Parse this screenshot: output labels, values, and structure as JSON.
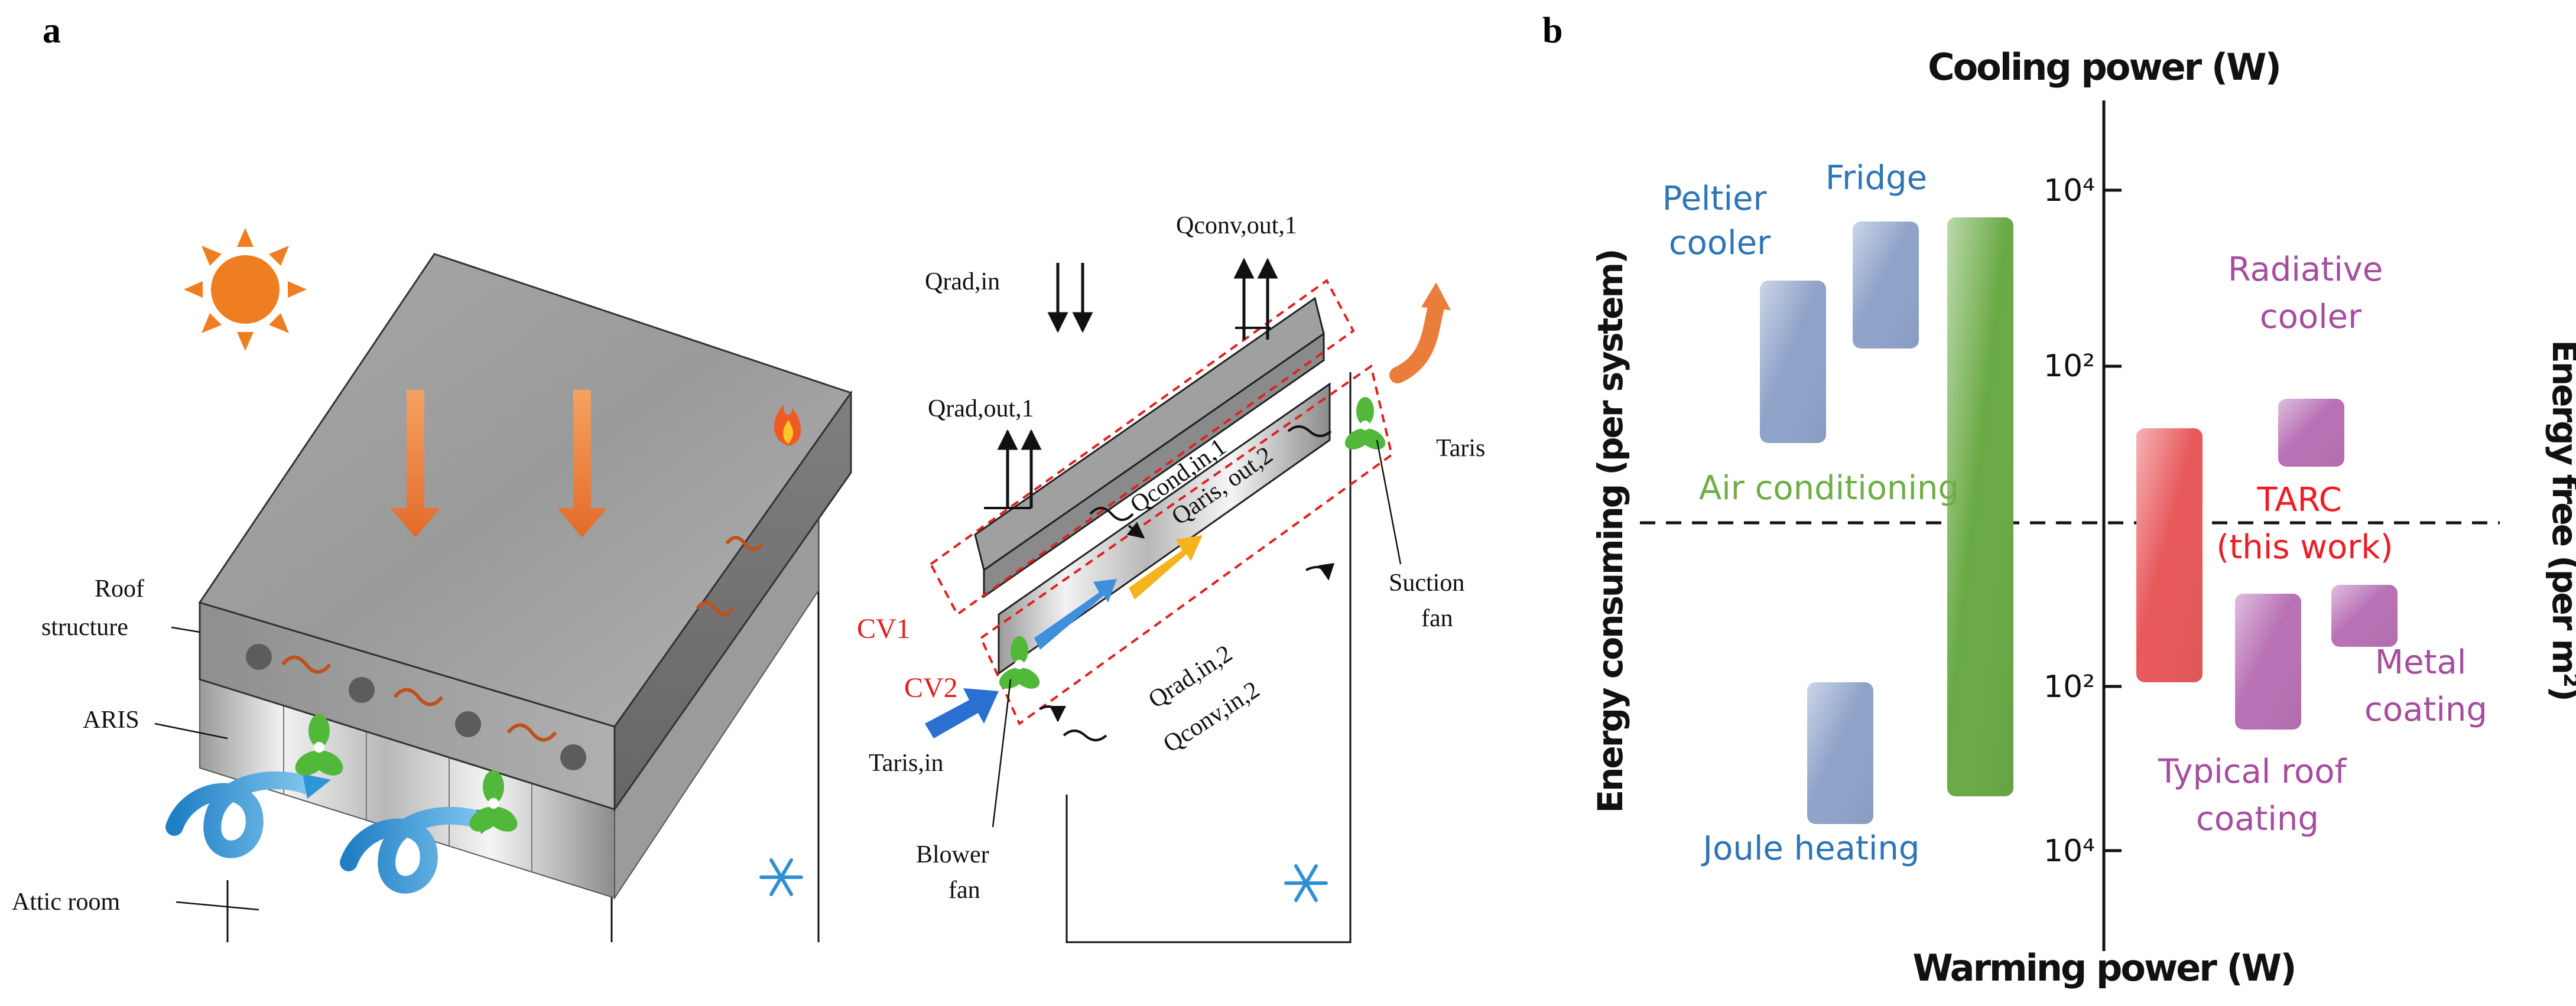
{
  "panel_a": {
    "label": "a",
    "roof_structure": "Roof\nstructure",
    "aris": "ARIS",
    "attic_room": "Attic room",
    "qrad_in": "Qrad,in",
    "qconv_out_1": "Qconv,out,1",
    "qrad_out_1": "Qrad,out,1",
    "qcond_in_1": "Qcond,in,1",
    "qaris_out_2": "Qaris, out,2",
    "taris": "Taris",
    "suction_fan": "Suction\nfan",
    "cv1": "CV1",
    "cv2": "CV2",
    "qrad_in_2": "Qrad,in,2",
    "qconv_in_2": "Qconv,in,2",
    "taris_in": "Taris,in",
    "blower_fan": "Blower\nfan"
  },
  "panel_b": {
    "label": "b",
    "top_axis_title": "Cooling power (W)",
    "bottom_axis_title": "Warming power (W)",
    "left_axis_title": "Energy consuming (per system)",
    "right_axis_title": "Energy free (per m²)",
    "ticks": {
      "upper_1e4": "10⁴",
      "upper_1e2": "10²",
      "lower_1e2": "10²",
      "lower_1e4": "10⁴"
    },
    "categories": {
      "peltier": "Peltier\ncooler",
      "fridge": "Fridge",
      "air_conditioning": "Air conditioning",
      "joule_heating": "Joule heating",
      "radiative_cooler": "Radiative\ncooler",
      "tarc": "TARC\n(this work)",
      "metal_coating": "Metal\ncoating",
      "typical_roof": "Typical roof\ncoating"
    },
    "colors": {
      "blue_group": "#8fa3c9",
      "blue_text": "#2e75b6",
      "green": "#6aaa45",
      "green_text": "#70ad47",
      "red": "#e8595c",
      "red_text": "#ee1c25",
      "purple": "#b871b5",
      "purple_text": "#a64d9e"
    }
  }
}
